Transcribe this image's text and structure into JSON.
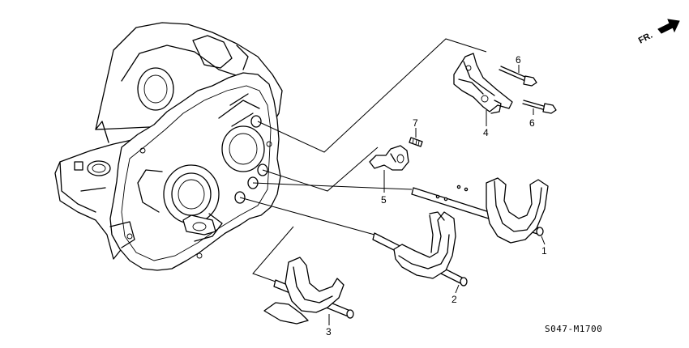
{
  "direction_label": "FR.",
  "diagram_code": "S047-M1700",
  "callouts": [
    {
      "id": "1",
      "label": "1"
    },
    {
      "id": "2",
      "label": "2"
    },
    {
      "id": "3",
      "label": "3"
    },
    {
      "id": "4",
      "label": "4"
    },
    {
      "id": "5",
      "label": "5"
    },
    {
      "id": "6a",
      "label": "6"
    },
    {
      "id": "6b",
      "label": "6"
    },
    {
      "id": "7",
      "label": "7"
    }
  ]
}
